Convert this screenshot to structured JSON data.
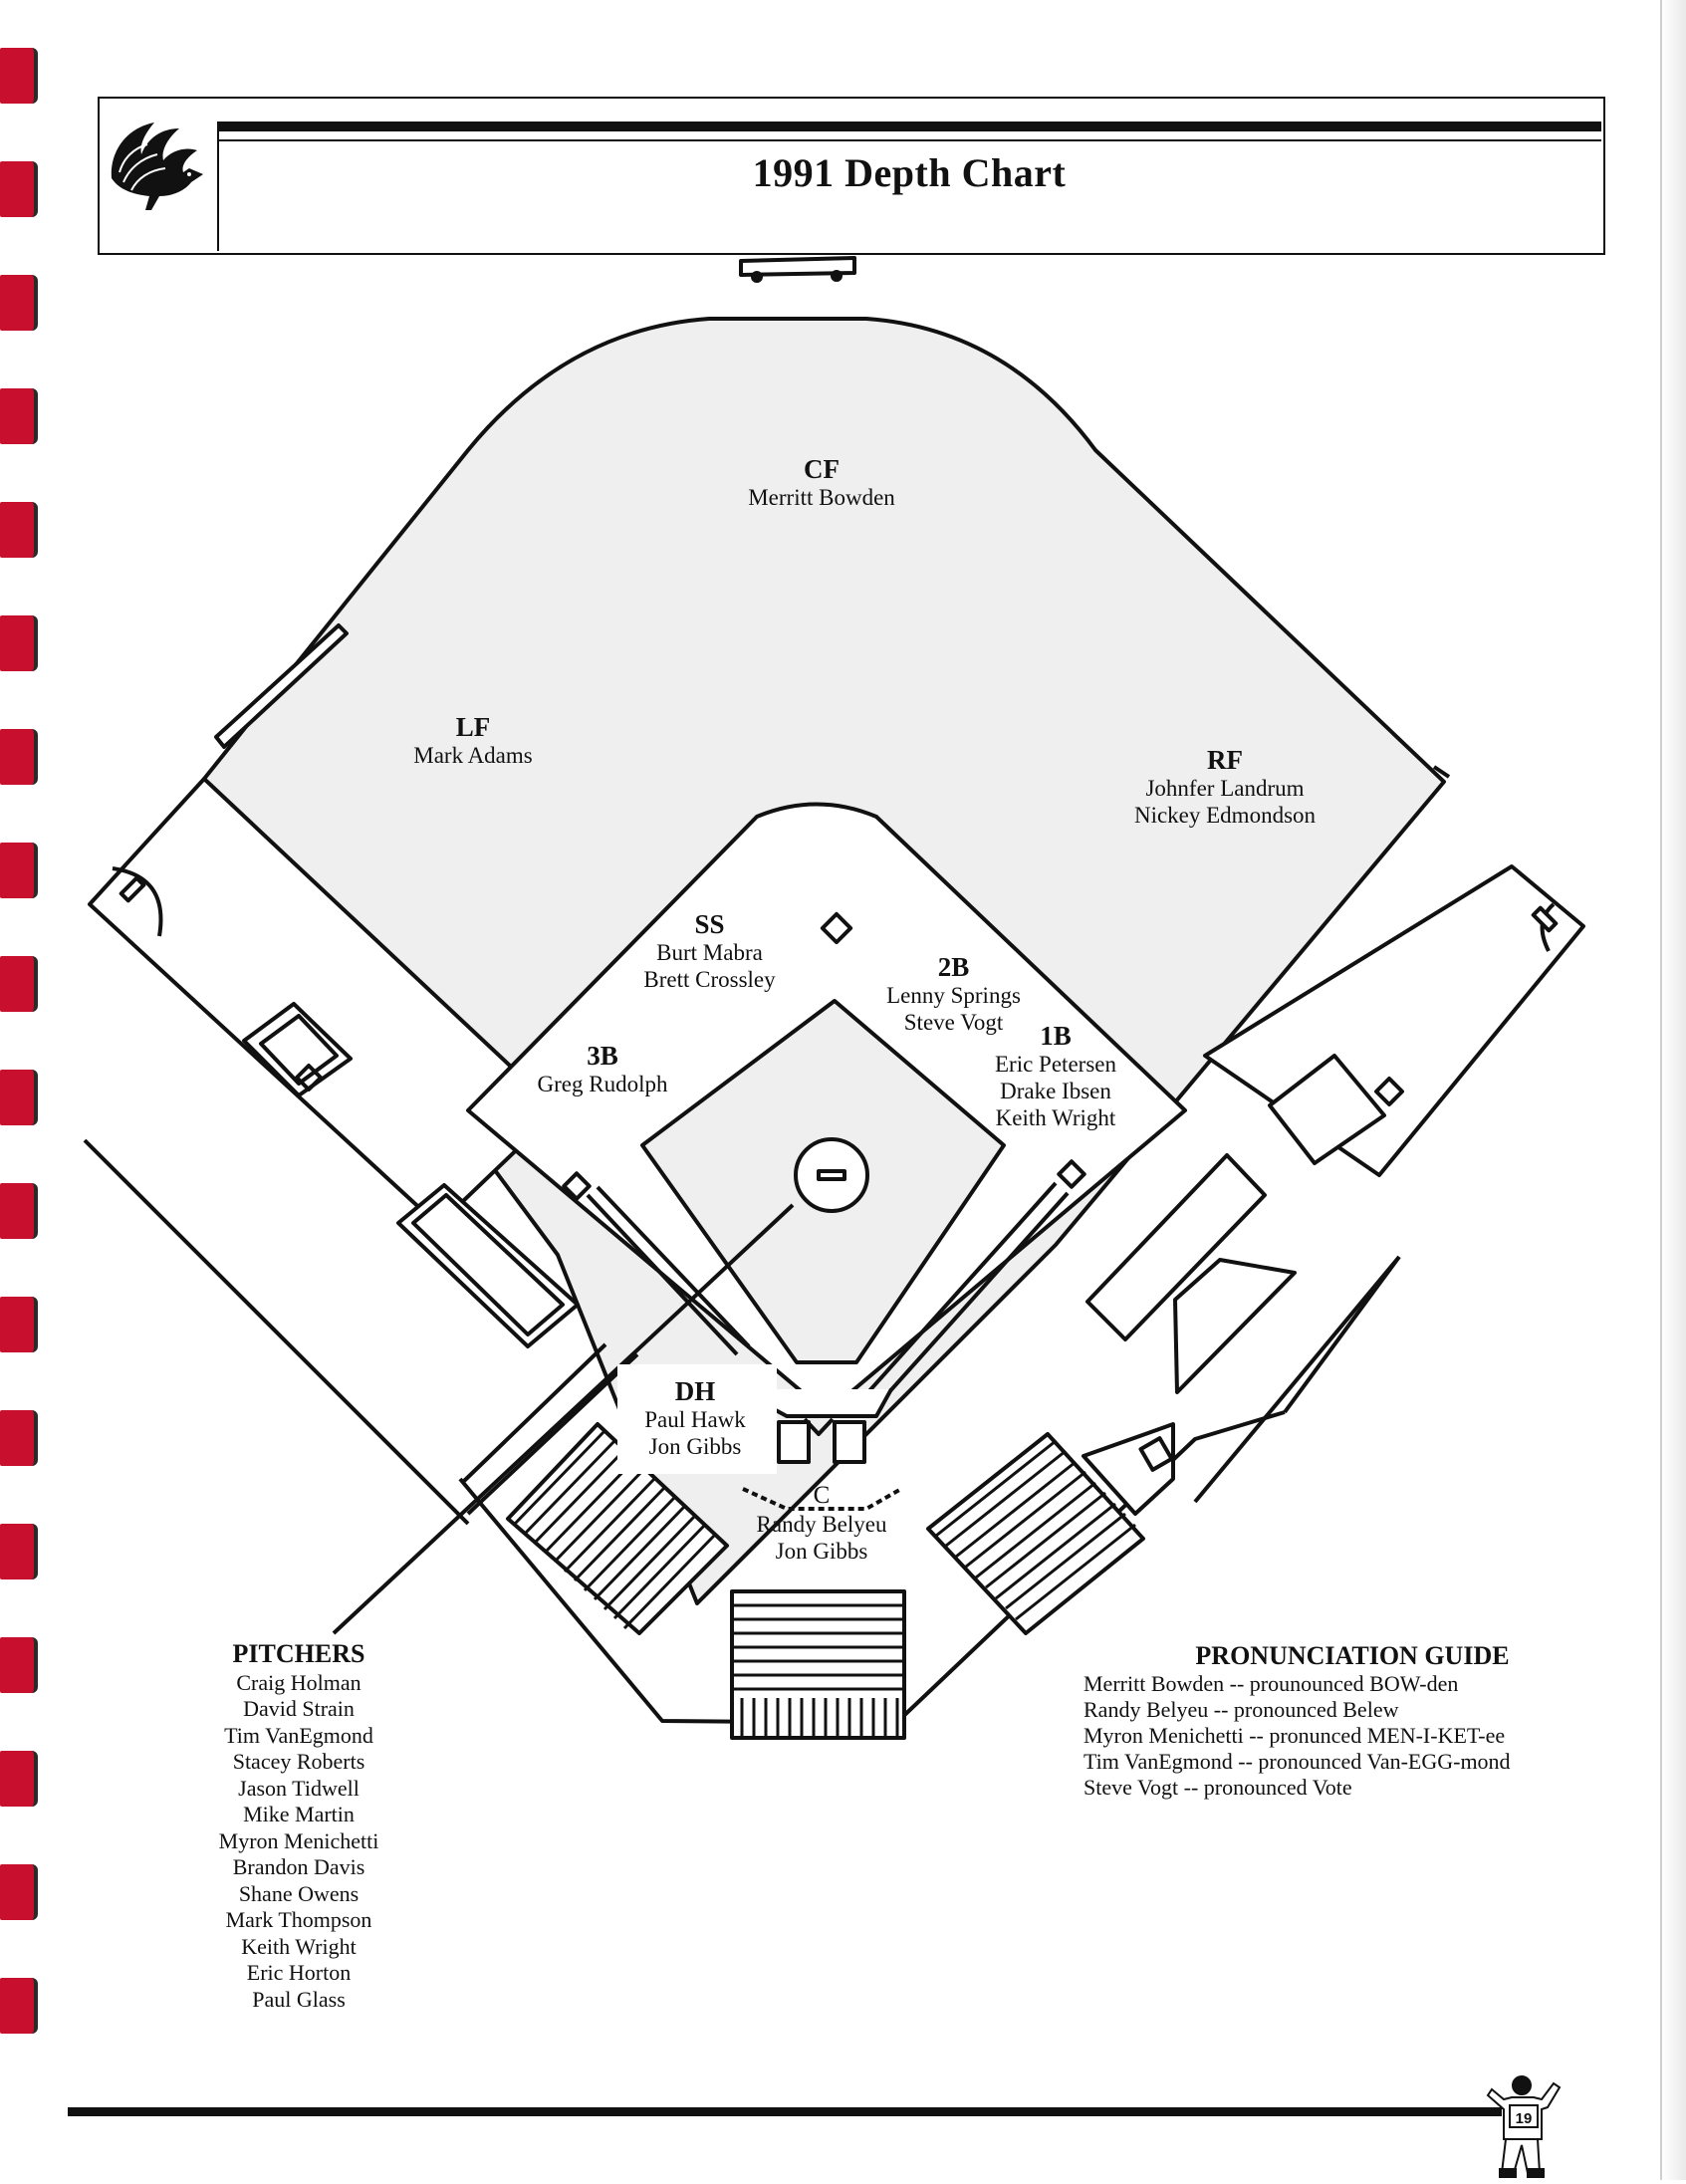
{
  "header": {
    "title": "1991 Depth Chart",
    "logo_icon": "gamecock-icon"
  },
  "positions": {
    "cf": {
      "code": "CF",
      "players": [
        "Merritt Bowden"
      ]
    },
    "lf": {
      "code": "LF",
      "players": [
        "Mark Adams"
      ]
    },
    "rf": {
      "code": "RF",
      "players": [
        "Johnfer Landrum",
        "Nickey Edmondson"
      ]
    },
    "ss": {
      "code": "SS",
      "players": [
        "Burt Mabra",
        "Brett Crossley"
      ]
    },
    "second_base": {
      "code": "2B",
      "players": [
        "Lenny Springs",
        "Steve Vogt"
      ]
    },
    "first_base": {
      "code": "1B",
      "players": [
        "Eric Petersen",
        "Drake Ibsen",
        "Keith Wright"
      ]
    },
    "third_base": {
      "code": "3B",
      "players": [
        "Greg Rudolph"
      ]
    },
    "dh": {
      "code": "DH",
      "players": [
        "Paul Hawk",
        "Jon Gibbs"
      ]
    },
    "catcher": {
      "code": "C",
      "players": [
        "Randy Belyeu",
        "Jon Gibbs"
      ]
    }
  },
  "pitchers": {
    "heading": "PITCHERS",
    "names": [
      "Craig Holman",
      "David Strain",
      "Tim VanEgmond",
      "Stacey Roberts",
      "Jason Tidwell",
      "Mike Martin",
      "Myron Menichetti",
      "Brandon Davis",
      "Shane Owens",
      "Mark Thompson",
      "Keith Wright",
      "Eric Horton",
      "Paul Glass"
    ]
  },
  "pronunciation_guide": {
    "heading": "PRONUNCIATION GUIDE",
    "entries": [
      "Merritt Bowden -- prounounced BOW-den",
      "Randy Belyeu -- pronounced Belew",
      "Myron Menichetti -- pronunced MEN-I-KET-ee",
      "Tim VanEgmond -- pronounced Van-EGG-mond",
      "Steve Vogt -- pronounced Vote"
    ]
  },
  "footer": {
    "mascot_icon": "player-number-icon",
    "jersey_number": "19"
  },
  "colors": {
    "binding_red": "#c8102e",
    "ink": "#111111",
    "field_fill": "#efefef",
    "paper": "#ffffff"
  }
}
